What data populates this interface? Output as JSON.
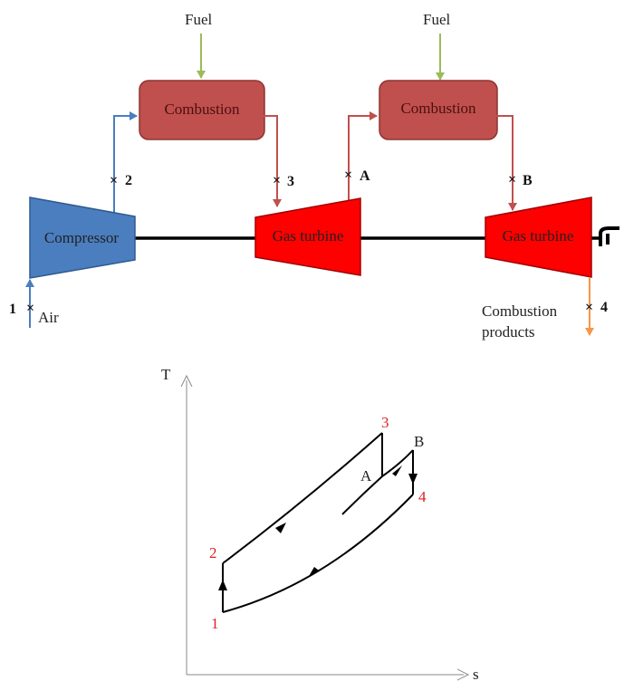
{
  "schematic": {
    "fuel_label_1": "Fuel",
    "fuel_label_2": "Fuel",
    "combustor_1": "Combustion",
    "combustor_2": "Combustion",
    "compressor": "Compressor",
    "turbine_1": "Gas turbine",
    "turbine_2": "Gas turbine",
    "air_label": "Air",
    "products_label_line1": "Combustion",
    "products_label_line2": "products",
    "state_1": "1",
    "state_2": "2",
    "state_3": "3",
    "state_A": "A",
    "state_B": "B",
    "state_4": "4",
    "state_marker": "×"
  },
  "ts_diagram": {
    "y_axis": "T",
    "x_axis": "s",
    "point_1": "1",
    "point_2": "2",
    "point_3": "3",
    "point_A": "A",
    "point_B": "B",
    "point_4": "4"
  },
  "colors": {
    "compressor": "#4a7ebf",
    "turbine": "#ff0000",
    "combustor": "#c0504d",
    "fuel_line": "#9bbb59",
    "air_line": "#4a7ebf",
    "hot_gas_line": "#c0504d",
    "exhaust_line": "#f79646",
    "shaft": "#000000",
    "red_label": "#e02020"
  }
}
